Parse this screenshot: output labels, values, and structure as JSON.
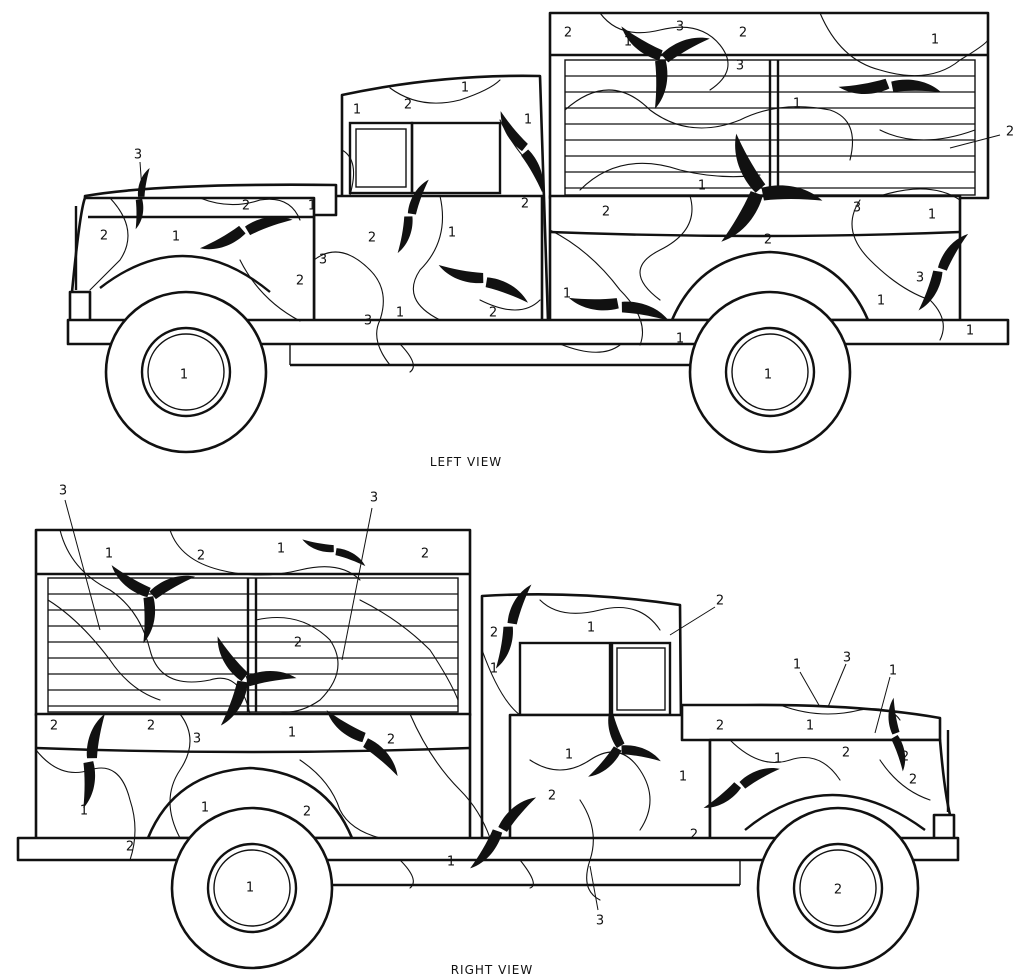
{
  "left_view": {
    "caption": "LEFT VIEW",
    "color_labels": [
      "1",
      "2",
      "3",
      "1",
      "2",
      "3",
      "1",
      "2",
      "1",
      "1",
      "2",
      "2",
      "1",
      "2",
      "1",
      "3",
      "2",
      "1",
      "2",
      "3",
      "2",
      "3",
      "1",
      "2",
      "2",
      "1",
      "1",
      "1",
      "3",
      "1",
      "1",
      "2",
      "1",
      "1"
    ]
  },
  "right_view": {
    "caption": "RIGHT VIEW",
    "color_labels": [
      "3",
      "3",
      "1",
      "2",
      "1",
      "2",
      "2",
      "1",
      "2",
      "1",
      "2",
      "1",
      "3",
      "1",
      "2",
      "1",
      "2",
      "1",
      "2",
      "1",
      "1",
      "2",
      "2",
      "1",
      "2",
      "2",
      "3",
      "1",
      "1",
      "2",
      "2",
      "2",
      "1",
      "2",
      "3",
      "1",
      "2"
    ]
  }
}
